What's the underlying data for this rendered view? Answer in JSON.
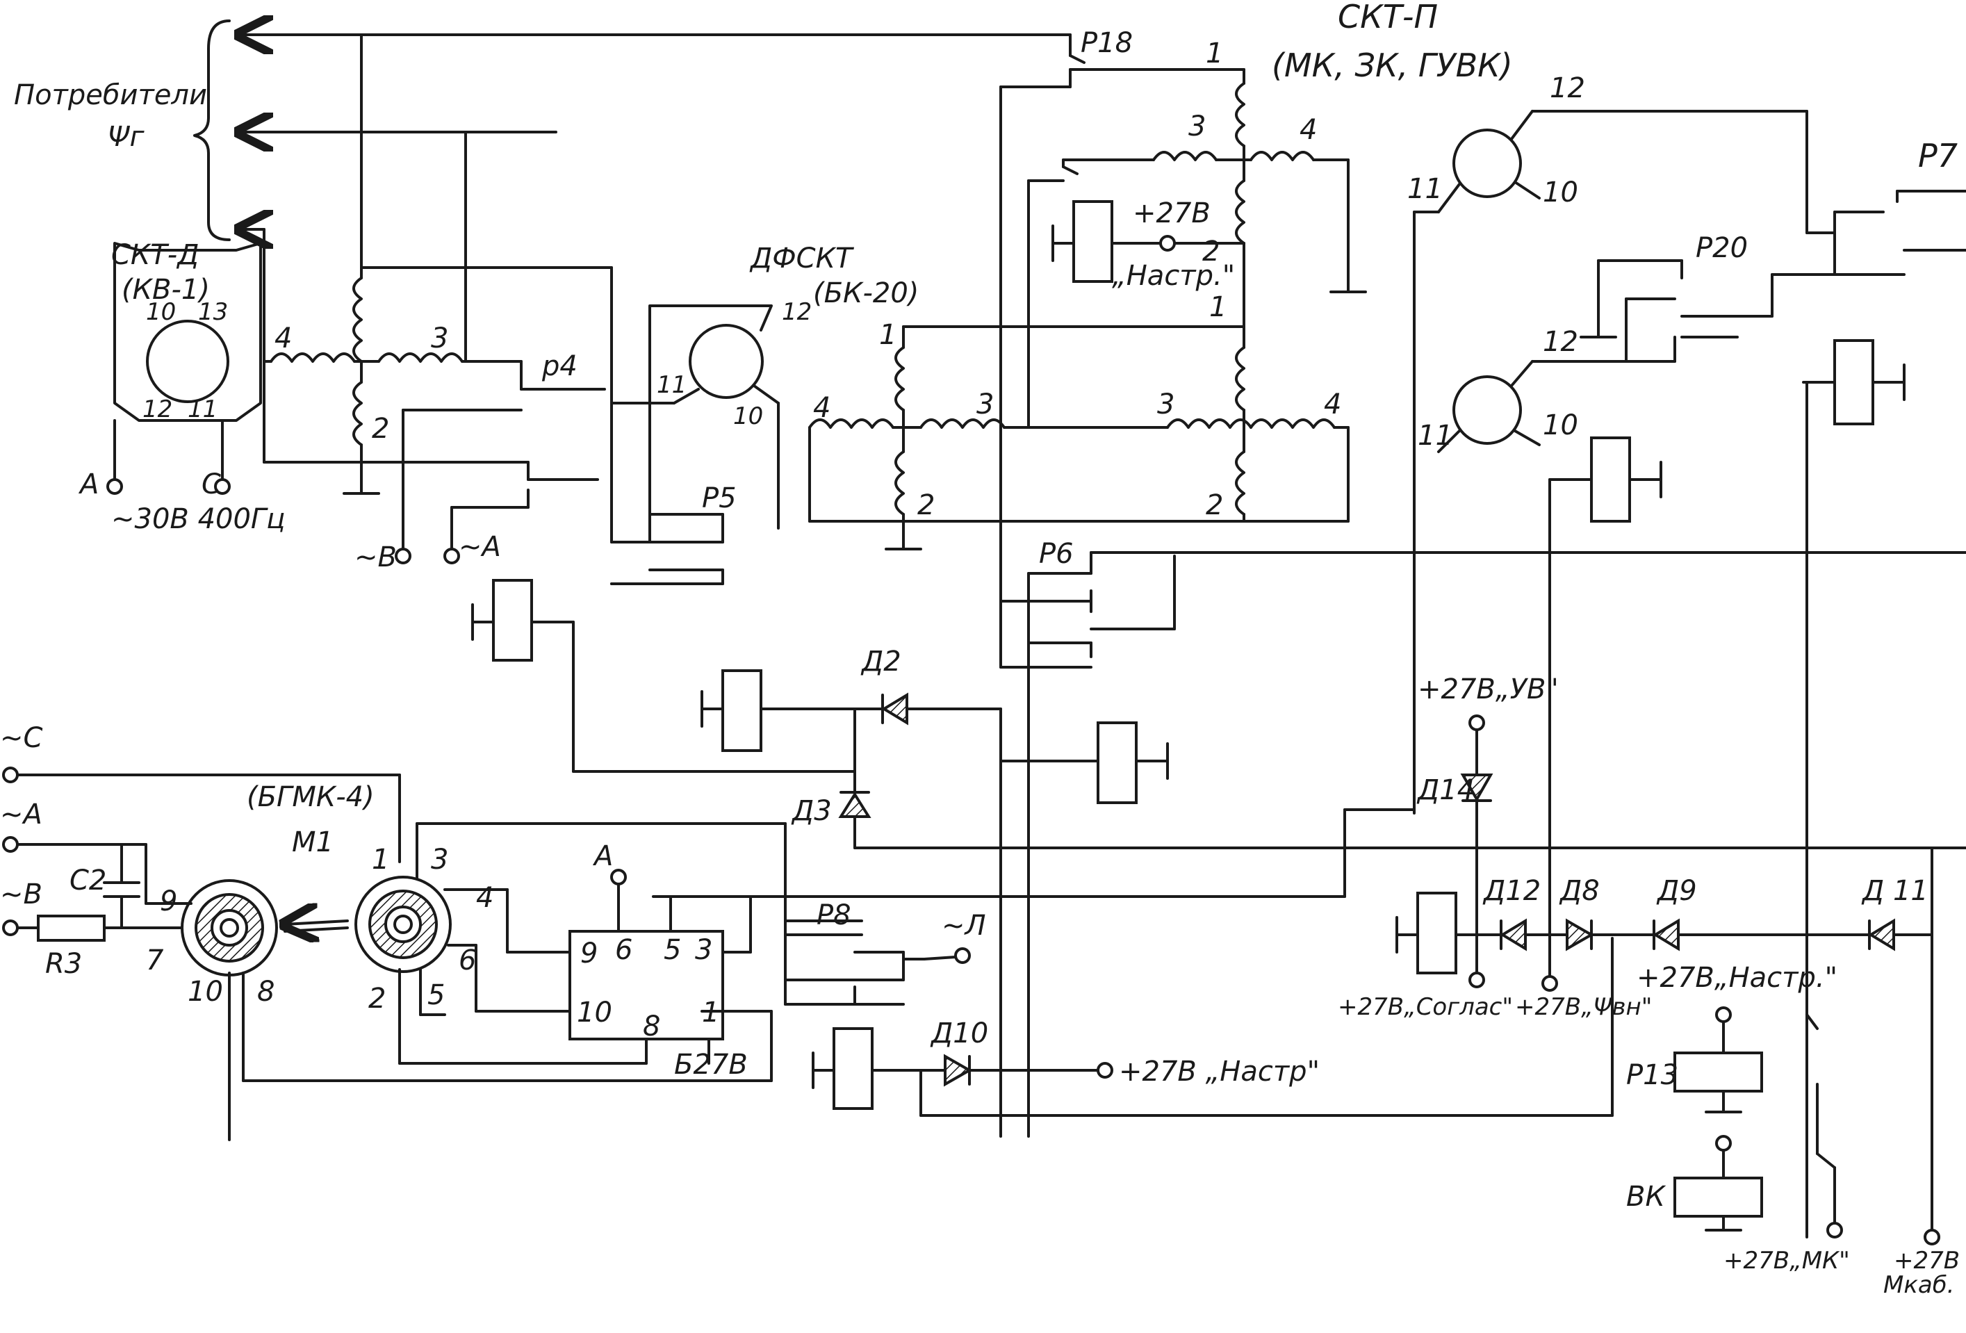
{
  "labels": {
    "consumers_line1": "Потребители",
    "consumers_line2": "Ψг",
    "skt_d": "СКТ-Д",
    "kv1": "(КВ-1)",
    "supply_30v": "~30В 400Гц",
    "term_a_left": "А",
    "term_c_left": "С",
    "term_b_mid": "~В",
    "term_a_mid": "~А",
    "p4": "р4",
    "p5": "Р5",
    "p6": "Р6",
    "p8": "Р8",
    "p18": "Р18",
    "p20": "Р20",
    "p7": "Р7",
    "p13": "Р13",
    "vk": "ВК",
    "dfskt": "ДФСКТ",
    "bk20": "(БК-20)",
    "skt_p": "СКТ-П",
    "mk_zk_guvk": "(МК, ЗК, ГУВК)",
    "plus27_nastr_top": "+27В",
    "nastr_top": "„Настр.\"",
    "bgmk4": "(БГМК-4)",
    "m1": "М1",
    "c2": "С2",
    "r3": "R3",
    "term_c_bottom": "~С",
    "term_a_bottom": "~А",
    "term_b_bottom": "~В",
    "d2": "Д2",
    "d3": "Д3",
    "d10": "Д10",
    "d14": "Д14",
    "d12": "Д12",
    "d8": "Д8",
    "d9": "Д9",
    "d11": "Д 11",
    "plus27_uv": "+27В„УВ\"",
    "plus27_nastr_bottom": "+27В „Настр\"",
    "plus27_soglas": "+27В„Соглас\"",
    "plus27_psi": "+27В„Ψвн\"",
    "plus27_nastr_right": "+27В„Настр.\"",
    "plus27_mk": "+27В„МК\"",
    "plus27_mkab": "+27В",
    "mkab": "Мкаб.",
    "a_term_block": "А",
    "b27": "Б27В",
    "term_l": "~Л"
  },
  "pins": {
    "n1": "1",
    "n2": "2",
    "n3": "3",
    "n4": "4",
    "n5": "5",
    "n6": "6",
    "n7": "7",
    "n8": "8",
    "n9": "9",
    "n10": "10",
    "n11": "11",
    "n12": "12",
    "n13": "13"
  }
}
